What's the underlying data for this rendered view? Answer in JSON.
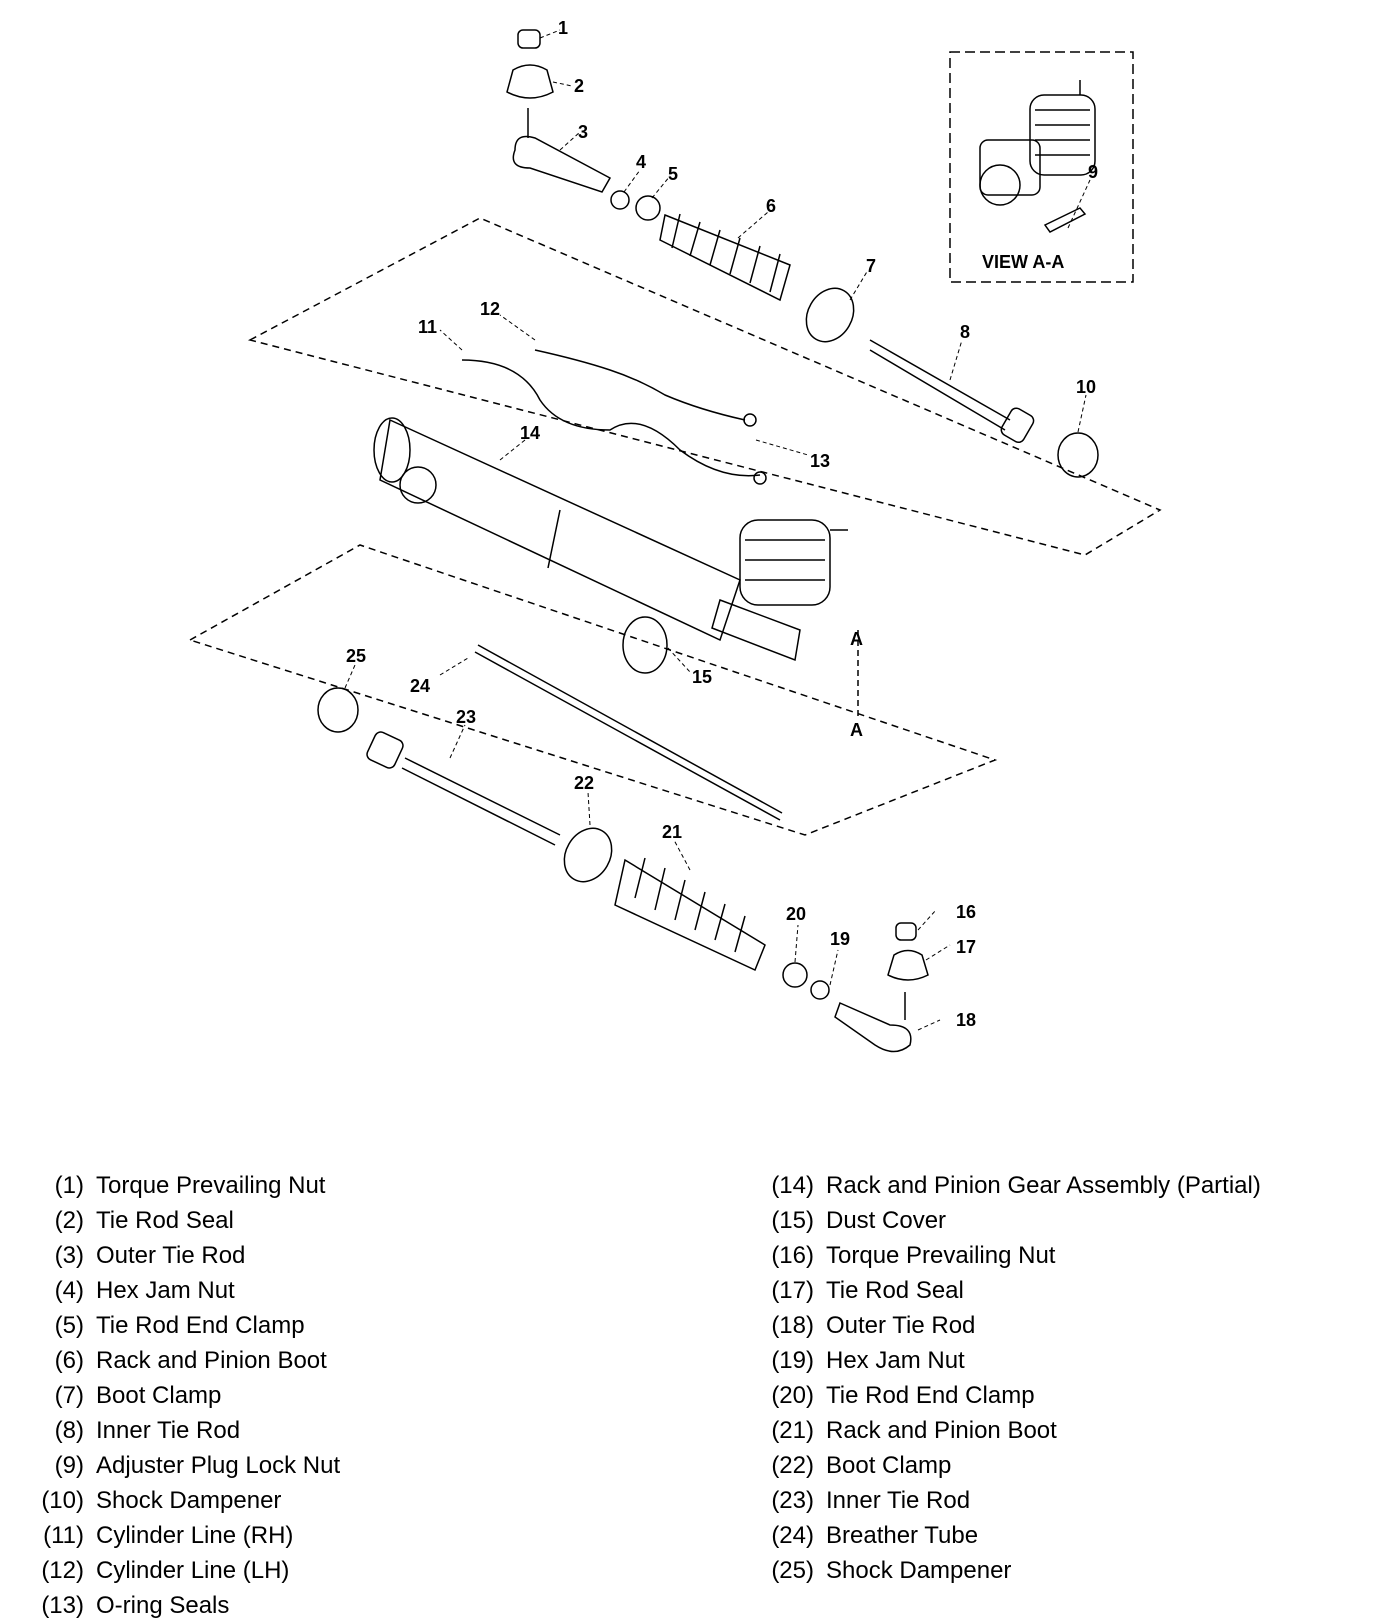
{
  "diagram": {
    "view_label": "VIEW A-A",
    "section_marker": "A",
    "callouts": [
      "1",
      "2",
      "3",
      "4",
      "5",
      "6",
      "7",
      "8",
      "9",
      "10",
      "11",
      "12",
      "13",
      "14",
      "15",
      "16",
      "17",
      "18",
      "19",
      "20",
      "21",
      "22",
      "23",
      "24",
      "25"
    ]
  },
  "legend": {
    "left": [
      {
        "num": "(1)",
        "label": "Torque Prevailing Nut"
      },
      {
        "num": "(2)",
        "label": "Tie Rod Seal"
      },
      {
        "num": "(3)",
        "label": "Outer Tie Rod"
      },
      {
        "num": "(4)",
        "label": "Hex Jam Nut"
      },
      {
        "num": "(5)",
        "label": "Tie Rod End Clamp"
      },
      {
        "num": "(6)",
        "label": "Rack and Pinion Boot"
      },
      {
        "num": "(7)",
        "label": "Boot Clamp"
      },
      {
        "num": "(8)",
        "label": "Inner Tie Rod"
      },
      {
        "num": "(9)",
        "label": "Adjuster Plug Lock Nut"
      },
      {
        "num": "(10)",
        "label": "Shock Dampener"
      },
      {
        "num": "(11)",
        "label": "Cylinder Line (RH)"
      },
      {
        "num": "(12)",
        "label": "Cylinder Line (LH)"
      },
      {
        "num": "(13)",
        "label": "O-ring Seals"
      }
    ],
    "right": [
      {
        "num": "(14)",
        "label": "Rack and Pinion Gear Assembly (Partial)"
      },
      {
        "num": "(15)",
        "label": "Dust Cover"
      },
      {
        "num": "(16)",
        "label": "Torque Prevailing Nut"
      },
      {
        "num": "(17)",
        "label": "Tie Rod Seal"
      },
      {
        "num": "(18)",
        "label": "Outer Tie Rod"
      },
      {
        "num": "(19)",
        "label": "Hex Jam Nut"
      },
      {
        "num": "(20)",
        "label": "Tie Rod End Clamp"
      },
      {
        "num": "(21)",
        "label": "Rack and Pinion Boot"
      },
      {
        "num": "(22)",
        "label": "Boot Clamp"
      },
      {
        "num": "(23)",
        "label": "Inner Tie Rod"
      },
      {
        "num": "(24)",
        "label": "Breather Tube"
      },
      {
        "num": "(25)",
        "label": "Shock Dampener"
      }
    ]
  }
}
